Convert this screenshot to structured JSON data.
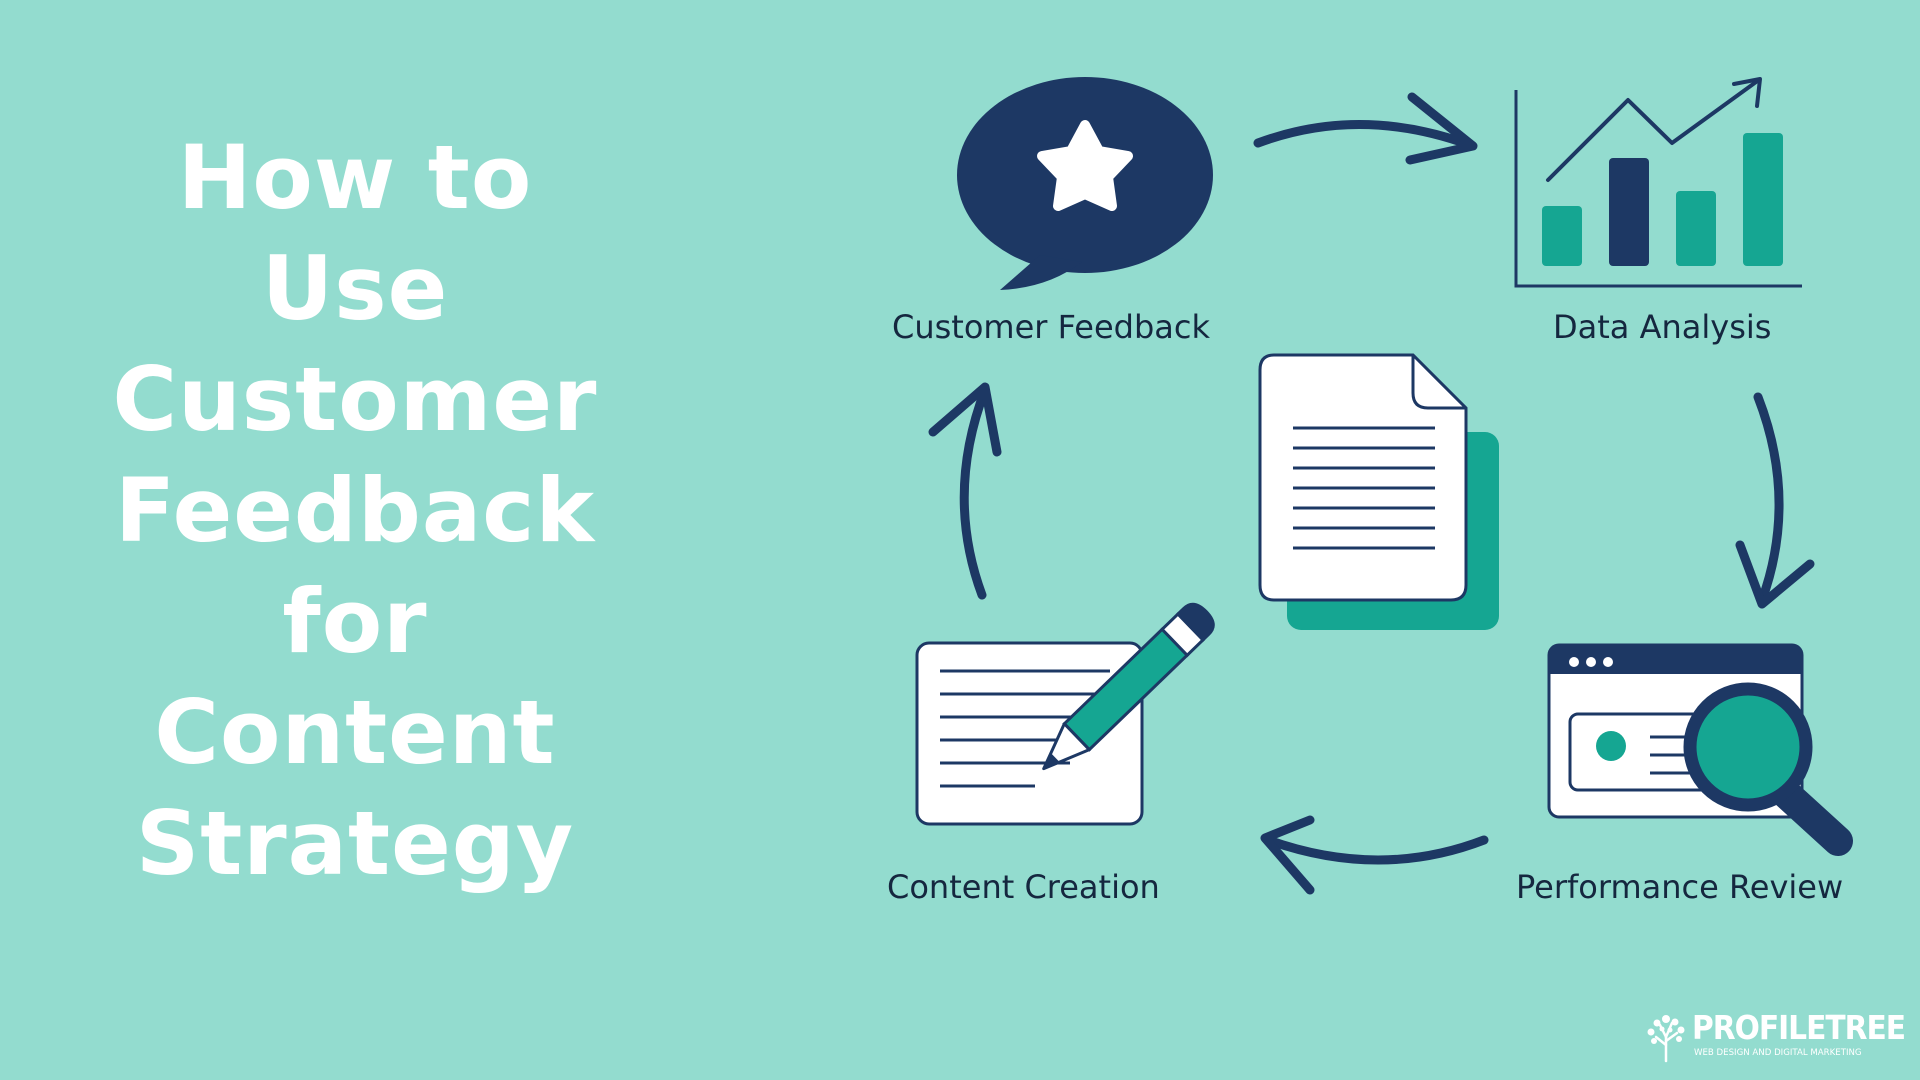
{
  "title": "How to\nUse\nCustomer\nFeedback\nfor\nContent\nStrategy",
  "steps": [
    {
      "label": "Customer Feedback",
      "icon": "star-speech-bubble-icon"
    },
    {
      "label": "Data Analysis",
      "icon": "bar-chart-trend-icon"
    },
    {
      "label": "Performance Review",
      "icon": "browser-magnifier-icon"
    },
    {
      "label": "Content Creation",
      "icon": "document-pencil-icon"
    }
  ],
  "center_icon": "stacked-documents-icon",
  "colors": {
    "background": "#93dccf",
    "navy": "#1d3864",
    "teal": "#15a692",
    "white": "#ffffff",
    "text": "#15273f"
  },
  "logo": {
    "name": "PROFILETREE",
    "tagline": "WEB DESIGN AND DIGITAL MARKETING"
  }
}
